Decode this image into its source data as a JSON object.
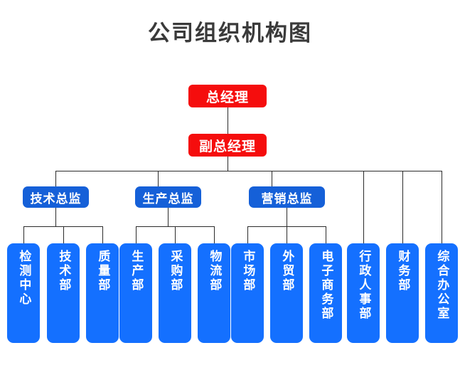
{
  "title": "公司组织机构图",
  "colors": {
    "executive": "#f50d0d",
    "director": "#1560d8",
    "department": "#1470ff",
    "connector": "#2b2b2b",
    "title_text": "#3a3a3a",
    "background": "#ffffff"
  },
  "executives": [
    {
      "id": "gm",
      "label": "总经理"
    },
    {
      "id": "dgm",
      "label": "副总经理"
    }
  ],
  "directors": [
    {
      "id": "tech_dir",
      "label": "技术总监"
    },
    {
      "id": "prod_dir",
      "label": "生产总监"
    },
    {
      "id": "sales_dir",
      "label": "营销总监"
    }
  ],
  "departments": [
    {
      "id": "testing_center",
      "label": "检测中心",
      "parent": "tech_dir"
    },
    {
      "id": "tech_dept",
      "label": "技术部",
      "parent": "tech_dir"
    },
    {
      "id": "quality_dept",
      "label": "质量部",
      "parent": "tech_dir"
    },
    {
      "id": "production",
      "label": "生产部",
      "parent": "prod_dir"
    },
    {
      "id": "purchasing",
      "label": "采购部",
      "parent": "prod_dir"
    },
    {
      "id": "logistics",
      "label": "物流部",
      "parent": "prod_dir"
    },
    {
      "id": "market",
      "label": "市场部",
      "parent": "sales_dir"
    },
    {
      "id": "foreign_trade",
      "label": "外贸部",
      "parent": "sales_dir"
    },
    {
      "id": "ecommerce",
      "label": "电子商务部",
      "parent": "sales_dir"
    },
    {
      "id": "hr_admin",
      "label": "行政人事部",
      "parent": "dgm"
    },
    {
      "id": "finance",
      "label": "财务部",
      "parent": "dgm"
    },
    {
      "id": "general_office",
      "label": "综合办公室",
      "parent": "dgm"
    }
  ]
}
